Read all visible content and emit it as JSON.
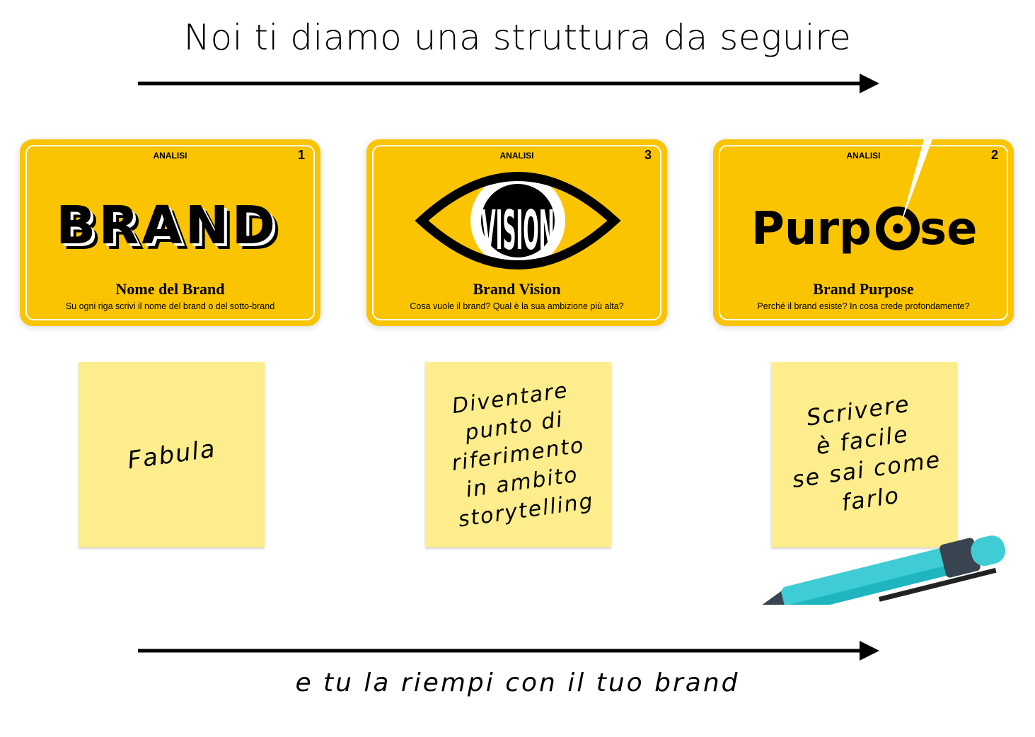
{
  "header": {
    "title": "Noi ti diamo una struttura da seguire"
  },
  "cards": [
    {
      "label": "ANALISI",
      "number": "1",
      "art_text": "BRAND",
      "name": "Nome del Brand",
      "description": "Su ogni riga scrivi il nome del brand o del sotto-brand"
    },
    {
      "label": "ANALISI",
      "number": "3",
      "art_text": "VISION",
      "name": "Brand Vision",
      "description": "Cosa vuole il brand? Qual è la sua ambizione più alta?"
    },
    {
      "label": "ANALISI",
      "number": "2",
      "art_text": "Purpose",
      "name": "Brand Purpose",
      "description": "Perché il brand esiste? In cosa crede profondamente?"
    }
  ],
  "stickies": [
    {
      "text": "Fabula"
    },
    {
      "text": "Diventare\npunto di\nriferimento\nin ambito\nstorytelling"
    },
    {
      "text": "Scrivere\nè facile\nse sai come\nfarlo"
    }
  ],
  "footer": {
    "caption": "e tu la riempi con il tuo brand"
  },
  "colors": {
    "card": "#FBC400",
    "sticky": "#FDED8C",
    "pen": "#3FCCD4"
  }
}
